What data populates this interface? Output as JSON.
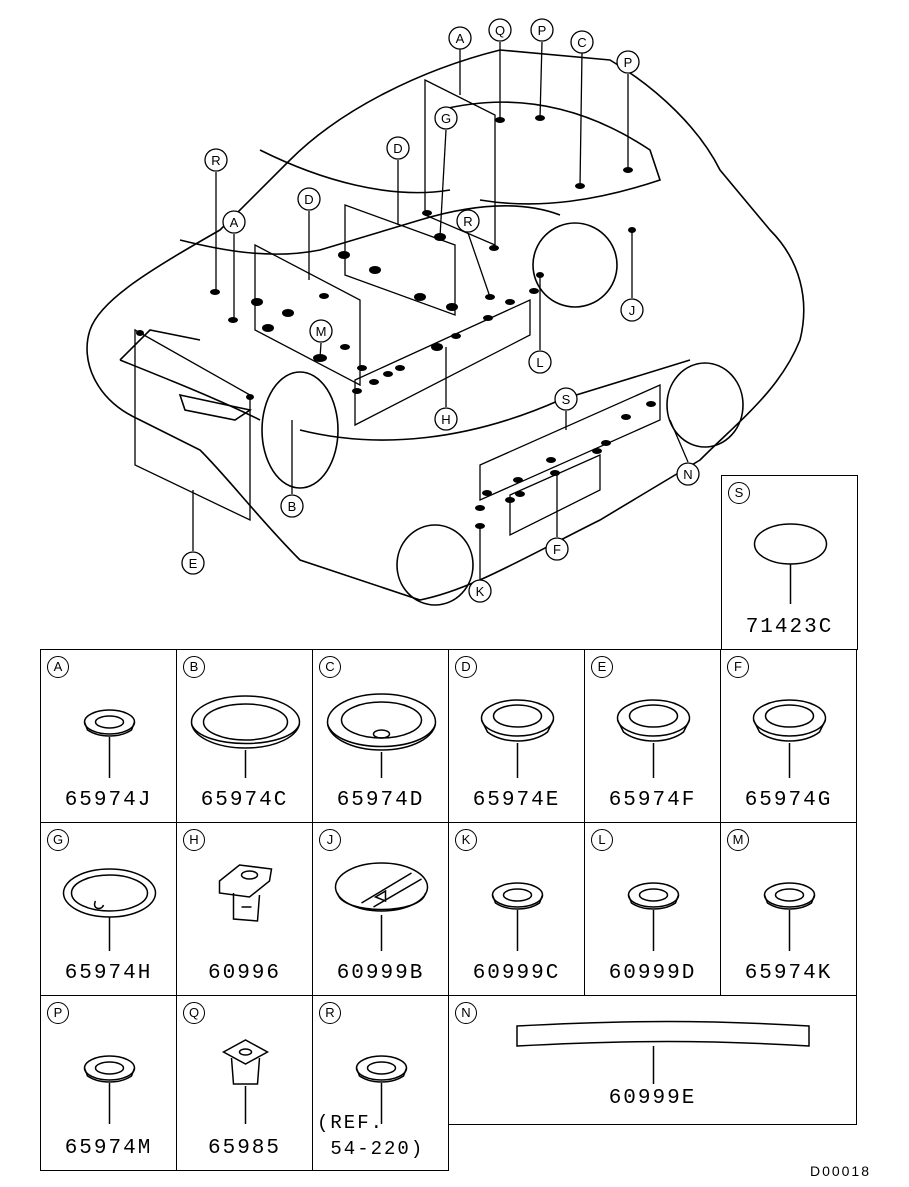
{
  "diagram_code": "D00018",
  "callouts": [
    "A",
    "Q",
    "P",
    "C",
    "P",
    "G",
    "D",
    "R",
    "R",
    "D",
    "A",
    "M",
    "J",
    "L",
    "S",
    "H",
    "N",
    "B",
    "F",
    "E",
    "K"
  ],
  "parts": [
    {
      "key": "S",
      "letter": "S",
      "part_no": "71423C",
      "shape": "oval"
    },
    {
      "key": "A",
      "letter": "A",
      "part_no": "65974J",
      "shape": "small-grommet"
    },
    {
      "key": "B",
      "letter": "B",
      "part_no": "65974C",
      "shape": "wide-grommet"
    },
    {
      "key": "C",
      "letter": "C",
      "part_no": "65974D",
      "shape": "deep-grommet"
    },
    {
      "key": "D",
      "letter": "D",
      "part_no": "65974E",
      "shape": "grommet"
    },
    {
      "key": "E",
      "letter": "E",
      "part_no": "65974F",
      "shape": "grommet"
    },
    {
      "key": "F",
      "letter": "F",
      "part_no": "65974G",
      "shape": "grommet"
    },
    {
      "key": "G",
      "letter": "G",
      "part_no": "65974H",
      "shape": "ring"
    },
    {
      "key": "H",
      "letter": "H",
      "part_no": "60996",
      "shape": "clip"
    },
    {
      "key": "J",
      "letter": "J",
      "part_no": "60999B",
      "shape": "cap"
    },
    {
      "key": "K",
      "letter": "K",
      "part_no": "60999C",
      "shape": "small-grommet"
    },
    {
      "key": "L",
      "letter": "L",
      "part_no": "60999D",
      "shape": "small-grommet"
    },
    {
      "key": "M",
      "letter": "M",
      "part_no": "65974K",
      "shape": "small-grommet"
    },
    {
      "key": "P",
      "letter": "P",
      "part_no": "65974M",
      "shape": "small-grommet"
    },
    {
      "key": "Q",
      "letter": "Q",
      "part_no": "65985",
      "shape": "clip-square"
    },
    {
      "key": "R",
      "letter": "R",
      "ref_text": "(REF.\n 54-220)",
      "shape": "small-grommet"
    },
    {
      "key": "N",
      "letter": "N",
      "part_no": "60999E",
      "shape": "strip"
    }
  ]
}
